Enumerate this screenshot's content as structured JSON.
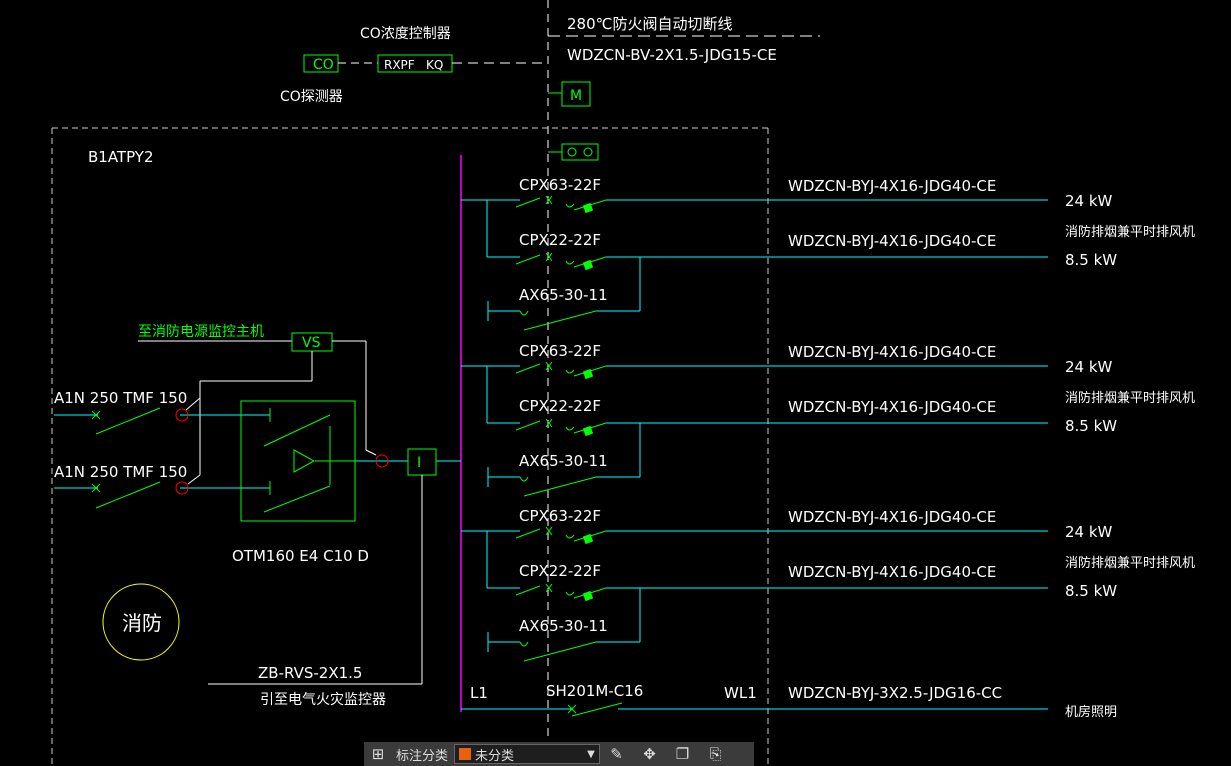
{
  "top": {
    "fire_damper_label": "280℃防火阀自动切断线",
    "damper_cable": "WDZCN-BV-2X1.5-JDG15-CE",
    "co_controller_label": "CO浓度控制器",
    "co_box": "CO",
    "rxpf": "RXPF",
    "kq": "KQ",
    "co_detector_label": "CO探测器",
    "motor": "M"
  },
  "panel": {
    "name": "B1ATPY2",
    "monitor_label": "至消防电源监控主机",
    "vs": "VS",
    "a1n_1": "A1N 250  TMF 150",
    "a1n_2": "A1N 250  TMF 150",
    "ats_model": "OTM160  E4 C10 D",
    "fire_badge": "消防",
    "zb_cable": "ZB-RVS-2X1.5",
    "zb_note": "引至电气火灾监控器",
    "il_box": "I",
    "l1": "L1"
  },
  "circuits": [
    {
      "cpx63": "CPX63-22F",
      "cpx63_cable": "WDZCN-BYJ-4X16-JDG40-CE",
      "kw1": "24 kW",
      "desc": "消防排烟兼平时排风机",
      "cpx22": "CPX22-22F",
      "cpx22_cable": "WDZCN-BYJ-4X16-JDG40-CE",
      "kw2": "8.5 kW",
      "ax": "AX65-30-11"
    },
    {
      "cpx63": "CPX63-22F",
      "cpx63_cable": "WDZCN-BYJ-4X16-JDG40-CE",
      "kw1": "24 kW",
      "desc": "消防排烟兼平时排风机",
      "cpx22": "CPX22-22F",
      "cpx22_cable": "WDZCN-BYJ-4X16-JDG40-CE",
      "kw2": "8.5 kW",
      "ax": "AX65-30-11"
    },
    {
      "cpx63": "CPX63-22F",
      "cpx63_cable": "WDZCN-BYJ-4X16-JDG40-CE",
      "kw1": "24 kW",
      "desc": "消防排烟兼平时排风机",
      "cpx22": "CPX22-22F",
      "cpx22_cable": "WDZCN-BYJ-4X16-JDG40-CE",
      "kw2": "8.5 kW",
      "ax": "AX65-30-11"
    }
  ],
  "lighting": {
    "breaker": "SH201M-C16",
    "wl": "WL1",
    "cable": "WDZCN-BYJ-3X2.5-JDG16-CC",
    "desc": "机房照明"
  },
  "toolbar": {
    "grid_icon": "grid-icon",
    "label": "标注分类",
    "selected": "未分类",
    "swatch_color": "#e8620c",
    "buttons": [
      "edit-icon",
      "move-icon",
      "copy-icon",
      "paste-icon"
    ]
  },
  "colors": {
    "wire": "#00ffff",
    "symbol": "#00ff00",
    "bus": "#ff00ff",
    "dashed": "#ffffff",
    "badge": "#ffff00",
    "red": "#ff0000"
  }
}
